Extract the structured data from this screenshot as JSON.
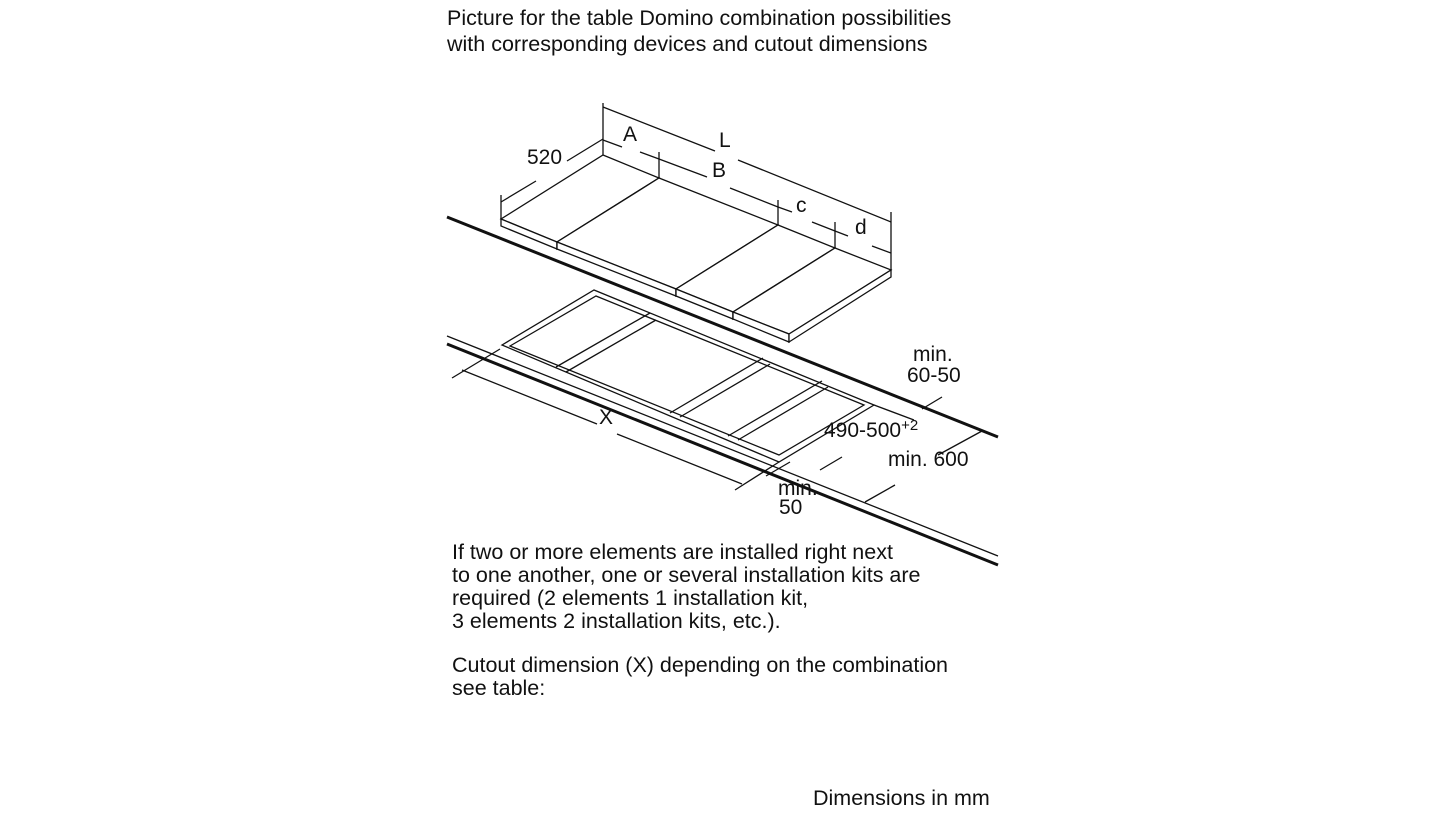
{
  "caption": {
    "line1": "Picture for the table Domino combination possibilities",
    "line2": "with corresponding devices and cutout dimensions"
  },
  "diagram": {
    "labels": {
      "depth": "520",
      "a": "A",
      "l": "L",
      "b": "B",
      "c": "c",
      "d": "d",
      "min_rear": "min.",
      "min_rear_value": "60-50",
      "x": "X",
      "cutout_depth": "490-500",
      "cutout_depth_tol": "+2",
      "min_worktop": "min. 600",
      "min_front": "min.",
      "min_front_value": "50"
    }
  },
  "note1": {
    "line1": "If two or more elements are installed right next",
    "line2": "to one another, one or several installation kits are",
    "line3": "required (2 elements 1 installation kit,",
    "line4": "3 elements 2 installation kits, etc.)."
  },
  "note2": {
    "line1": "Cutout dimension (X) depending on the combination",
    "line2": "see table:"
  },
  "units": "Dimensions in mm"
}
